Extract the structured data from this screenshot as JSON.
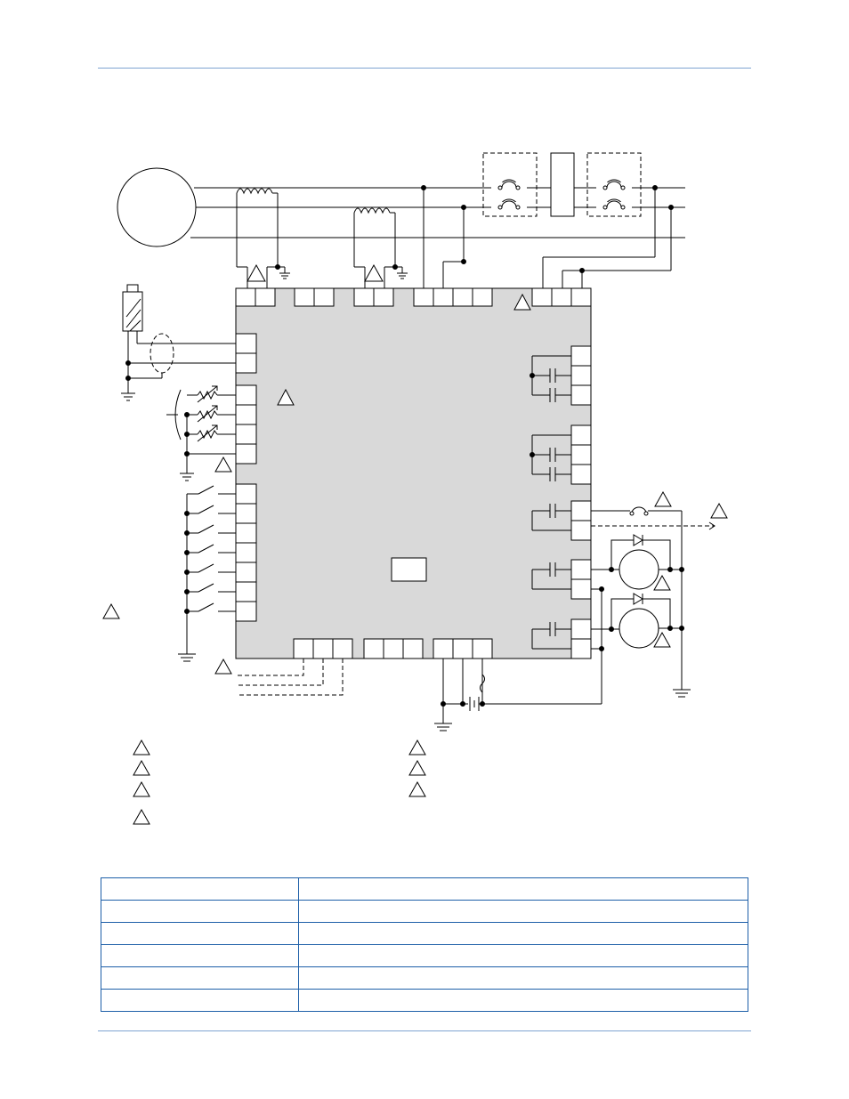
{
  "colors": {
    "rule": "#7ea4d2",
    "table_border": "#1d5fa8",
    "controller_fill": "#d9d9d9",
    "line": "#000000"
  },
  "icons": [
    "generator-circle",
    "current-transformer",
    "ground-symbol",
    "fuse",
    "isolation-box",
    "terminal-block",
    "note-triangle",
    "capacitor",
    "variable-resistor",
    "switch",
    "diode",
    "relay-coil",
    "battery",
    "shielded-cable",
    "magnetic-pickup"
  ],
  "table": {
    "rows": [
      [
        "",
        ""
      ],
      [
        "",
        ""
      ],
      [
        "",
        ""
      ],
      [
        "",
        ""
      ],
      [
        "",
        ""
      ],
      [
        "",
        ""
      ]
    ]
  }
}
